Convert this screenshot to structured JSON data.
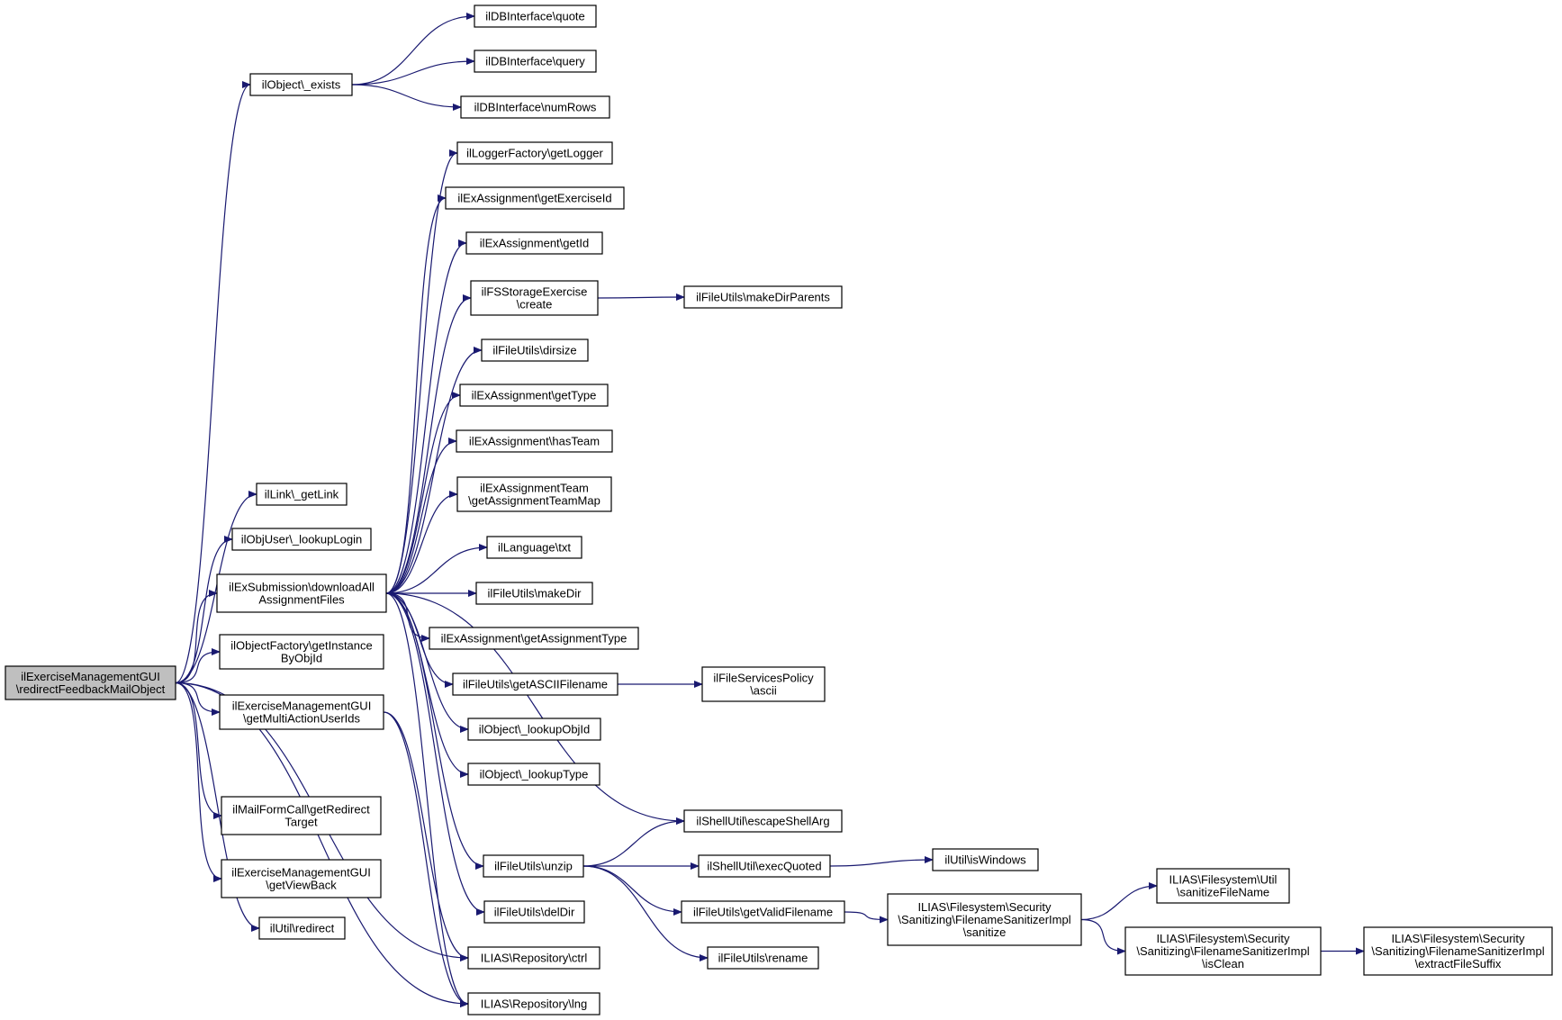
{
  "colors": {
    "edge": "#191970",
    "root_fill": "#bfbfbf",
    "node_fill": "#ffffff",
    "node_border": "#000000"
  },
  "nodes": {
    "root": "ilExerciseManagementGUI\n\\redirectFeedbackMailObject",
    "obj_exists": "ilObject\\_exists",
    "db_quote": "ilDBInterface\\quote",
    "db_query": "ilDBInterface\\query",
    "db_numrows": "ilDBInterface\\numRows",
    "logger": "ilLoggerFactory\\getLogger",
    "ex_getexid": "ilExAssignment\\getExerciseId",
    "ex_getid": "ilExAssignment\\getId",
    "fs_create": "ilFSStorageExercise\n\\create",
    "fu_mkdirparents": "ilFileUtils\\makeDirParents",
    "fu_dirsize": "ilFileUtils\\dirsize",
    "ex_gettype": "ilExAssignment\\getType",
    "ex_hasteam": "ilExAssignment\\hasTeam",
    "ex_teammap": "ilExAssignmentTeam\n\\getAssignmentTeamMap",
    "link_getlink": "ilLink\\_getLink",
    "objuser_lookup": "ilObjUser\\_lookupLogin",
    "lang_txt": "ilLanguage\\txt",
    "downloadall": "ilExSubmission\\downloadAll\nAssignmentFiles",
    "fu_makedir": "ilFileUtils\\makeDir",
    "ex_getassigntype": "ilExAssignment\\getAssignmentType",
    "objfactory": "ilObjectFactory\\getInstance\nByObjId",
    "fu_ascii": "ilFileUtils\\getASCIIFilename",
    "fsp_ascii": "ilFileServicesPolicy\n\\ascii",
    "emgui_multi": "ilExerciseManagementGUI\n\\getMultiActionUserIds",
    "obj_lookupobjid": "ilObject\\_lookupObjId",
    "obj_lookuptype": "ilObject\\_lookupType",
    "mailform": "ilMailFormCall\\getRedirect\nTarget",
    "shell_escape": "ilShellUtil\\escapeShellArg",
    "fu_unzip": "ilFileUtils\\unzip",
    "shell_exec": "ilShellUtil\\execQuoted",
    "util_windows": "ilUtil\\isWindows",
    "emgui_viewback": "ilExerciseManagementGUI\n\\getViewBack",
    "fs_util_sanitize": "ILIAS\\Filesystem\\Util\n\\sanitizeFileName",
    "fu_validfn": "ilFileUtils\\getValidFilename",
    "san_sanitize": "ILIAS\\Filesystem\\Security\n\\Sanitizing\\FilenameSanitizerImpl\n\\sanitize",
    "fu_deldir": "ilFileUtils\\delDir",
    "san_isclean": "ILIAS\\Filesystem\\Security\n\\Sanitizing\\FilenameSanitizerImpl\n\\isClean",
    "san_suffix": "ILIAS\\Filesystem\\Security\n\\Sanitizing\\FilenameSanitizerImpl\n\\extractFileSuffix",
    "util_redirect": "ilUtil\\redirect",
    "fu_rename": "ilFileUtils\\rename",
    "repo_ctrl": "ILIAS\\Repository\\ctrl",
    "repo_lng": "ILIAS\\Repository\\lng"
  },
  "edges": [
    [
      "root",
      "obj_exists"
    ],
    [
      "root",
      "link_getlink"
    ],
    [
      "root",
      "objuser_lookup"
    ],
    [
      "root",
      "downloadall"
    ],
    [
      "root",
      "objfactory"
    ],
    [
      "root",
      "emgui_multi"
    ],
    [
      "root",
      "mailform"
    ],
    [
      "root",
      "emgui_viewback"
    ],
    [
      "root",
      "util_redirect"
    ],
    [
      "root",
      "repo_ctrl"
    ],
    [
      "root",
      "repo_lng"
    ],
    [
      "obj_exists",
      "db_quote"
    ],
    [
      "obj_exists",
      "db_query"
    ],
    [
      "obj_exists",
      "db_numrows"
    ],
    [
      "downloadall",
      "logger"
    ],
    [
      "downloadall",
      "ex_getexid"
    ],
    [
      "downloadall",
      "ex_getid"
    ],
    [
      "downloadall",
      "fs_create"
    ],
    [
      "downloadall",
      "fu_dirsize"
    ],
    [
      "downloadall",
      "ex_gettype"
    ],
    [
      "downloadall",
      "ex_hasteam"
    ],
    [
      "downloadall",
      "ex_teammap"
    ],
    [
      "downloadall",
      "lang_txt"
    ],
    [
      "downloadall",
      "fu_makedir"
    ],
    [
      "downloadall",
      "ex_getassigntype"
    ],
    [
      "downloadall",
      "fu_ascii"
    ],
    [
      "downloadall",
      "obj_lookupobjid"
    ],
    [
      "downloadall",
      "obj_lookuptype"
    ],
    [
      "downloadall",
      "shell_escape"
    ],
    [
      "downloadall",
      "fu_unzip"
    ],
    [
      "downloadall",
      "fu_deldir"
    ],
    [
      "downloadall",
      "repo_lng"
    ],
    [
      "fs_create",
      "fu_mkdirparents"
    ],
    [
      "fu_ascii",
      "fsp_ascii"
    ],
    [
      "emgui_multi",
      "repo_ctrl"
    ],
    [
      "emgui_multi",
      "repo_lng"
    ],
    [
      "fu_unzip",
      "shell_escape"
    ],
    [
      "fu_unzip",
      "shell_exec"
    ],
    [
      "fu_unzip",
      "fu_validfn"
    ],
    [
      "fu_unzip",
      "fu_rename"
    ],
    [
      "shell_exec",
      "util_windows"
    ],
    [
      "fu_validfn",
      "san_sanitize"
    ],
    [
      "san_sanitize",
      "fs_util_sanitize"
    ],
    [
      "san_sanitize",
      "san_isclean"
    ],
    [
      "san_isclean",
      "san_suffix"
    ]
  ]
}
